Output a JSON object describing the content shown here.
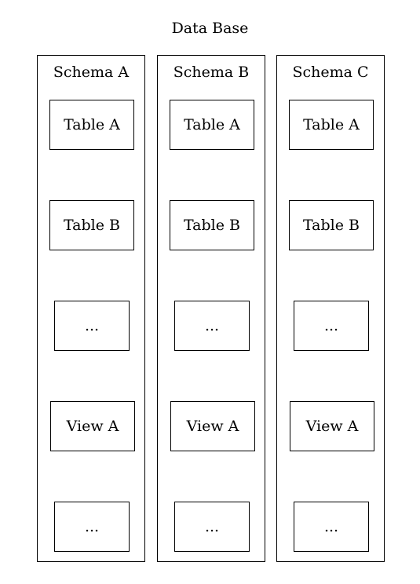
{
  "diagram": {
    "title": "Data Base",
    "schemas": [
      {
        "label": "Schema A",
        "nodes": [
          "Table A",
          "Table B",
          "...",
          "View A",
          "..."
        ]
      },
      {
        "label": "Schema B",
        "nodes": [
          "Table A",
          "Table B",
          "...",
          "View A",
          "..."
        ]
      },
      {
        "label": "Schema C",
        "nodes": [
          "Table A",
          "Table B",
          "...",
          "View A",
          "..."
        ]
      }
    ]
  }
}
